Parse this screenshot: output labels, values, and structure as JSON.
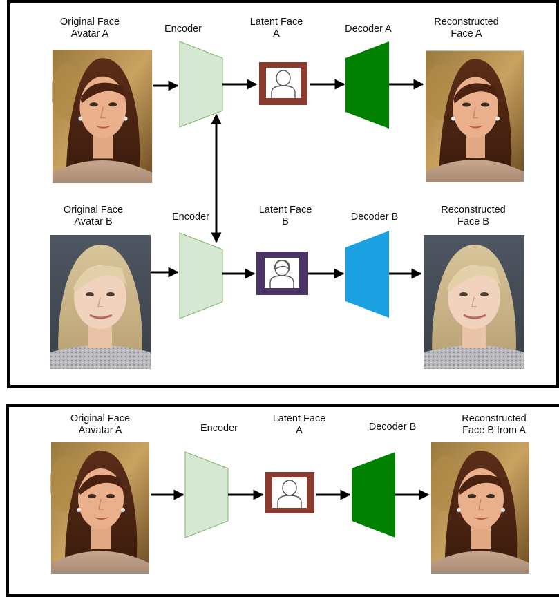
{
  "top": {
    "row_a": {
      "original_label": "Original Face\nAvatar A",
      "encoder_label": "Encoder",
      "latent_label": "Latent Face\nA",
      "decoder_label": "Decoder A",
      "reconstructed_label": "Reconstructed\nFace A"
    },
    "row_b": {
      "original_label": "Original Face\nAvatar B",
      "encoder_label": "Encoder",
      "latent_label": "Latent Face\nB",
      "decoder_label": "Decoder B",
      "reconstructed_label": "Reconstructed\nFace B"
    }
  },
  "bottom": {
    "original_label": "Original Face\nAavatar A",
    "encoder_label": "Encoder",
    "latent_label": "Latent Face\nA",
    "decoder_label": "Decoder B",
    "reconstructed_label": "Reconstructed\nFace B from A"
  },
  "colors": {
    "encoder_fill": "#d5e8d4",
    "encoder_stroke": "#82b366",
    "decoder_a_fill": "#008000",
    "decoder_b_fill": "#1ba1e2",
    "latent_a_border": "#8b3a2e",
    "latent_b_border": "#4a3566",
    "arrow": "#000000"
  }
}
